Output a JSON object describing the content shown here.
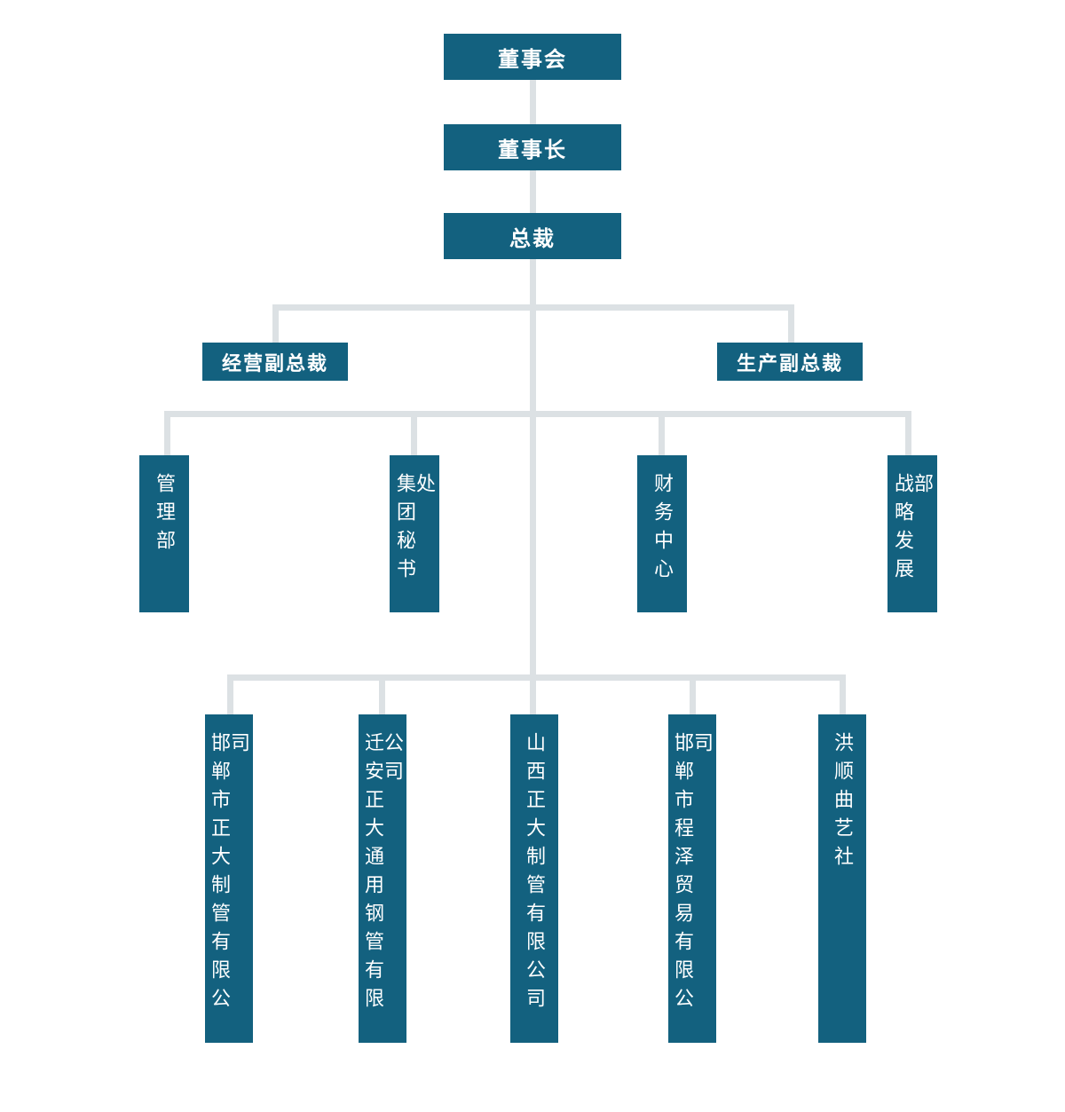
{
  "colors": {
    "node_fill": "#13617f",
    "node_text": "#ffffff",
    "connector": "#dce1e4",
    "background": "#ffffff"
  },
  "org": {
    "level1": {
      "label": "董事会"
    },
    "level2": {
      "label": "董事长"
    },
    "level3": {
      "label": "总裁"
    },
    "vps": [
      {
        "label": "经营副总裁"
      },
      {
        "label": "生产副总裁"
      }
    ],
    "departments": [
      {
        "label": "管理部"
      },
      {
        "label": "集团秘书处"
      },
      {
        "label": "财务中心"
      },
      {
        "label": "战略发展部"
      }
    ],
    "subsidiaries": [
      {
        "label": "邯郸市正大制管有限公司"
      },
      {
        "label": "迁安正大通用钢管有限公司"
      },
      {
        "label": "山西正大制管有限公司"
      },
      {
        "label": "邯郸市程泽贸易有限公司"
      },
      {
        "label": "洪顺曲艺社"
      }
    ]
  }
}
